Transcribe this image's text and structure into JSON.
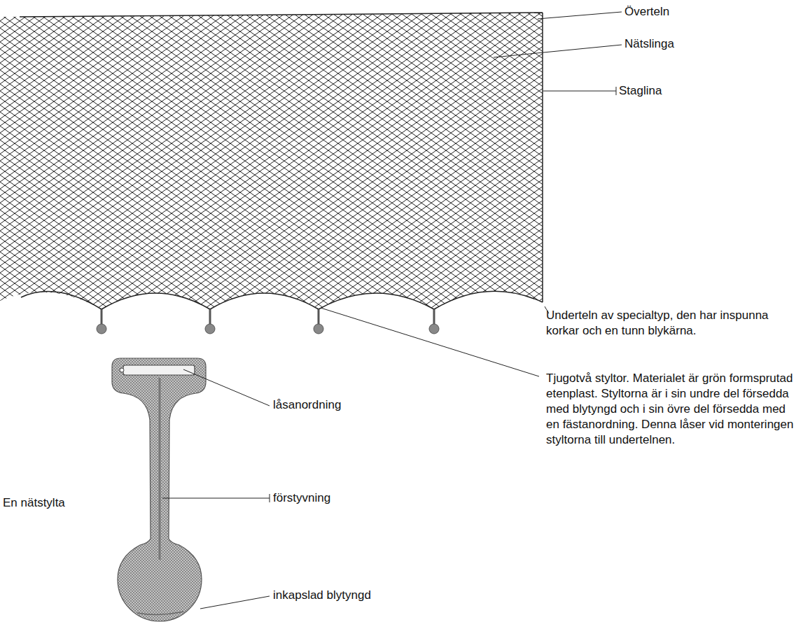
{
  "diagram": {
    "labels": [
      "Överteln",
      "Nätslinga",
      "Staglina",
      "Underteln av specialtyp, den har inspunna korkar och en tunn blykärna.",
      "Tjugotvå styltor. Materialet är grön formsprutad etenplast. Styltorna är i sin undre del försedda med blytyngd och i sin övre del försedda med en fästanordning. Denna låser vid monteringen styltorna till undertelnen.",
      "låsanordning",
      "En nätstylta",
      "förstyvning",
      "inkapslad blytyngd"
    ]
  }
}
